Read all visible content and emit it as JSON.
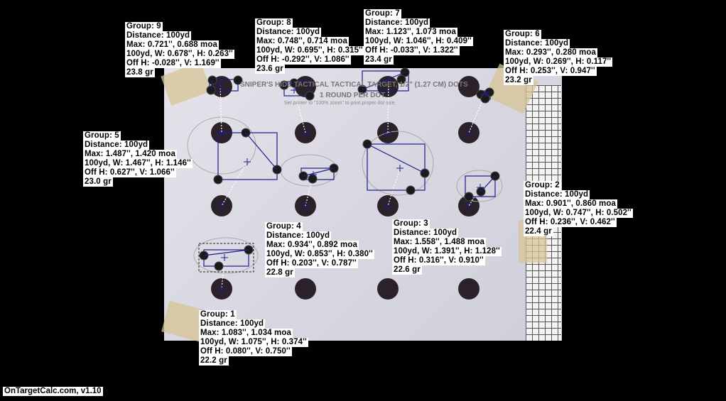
{
  "target": {
    "header": "SNIPER'S HIDE TACTICAL TACTICAL TARGET, 1/2\" (1.27 CM) DOTS",
    "subheader": "1 ROUND PER DOT",
    "note": "Set printer to \"100% zoom\" to print proper dot size."
  },
  "groups": [
    {
      "id": "1",
      "lines": [
        "Group: 1",
        "Distance: 100yd",
        "Max: 1.083'', 1.034 moa",
        "100yd,  W: 1.075'', H: 0.374''",
        "Off H: 0.080'', V: 0.750''",
        "22.2 gr"
      ]
    },
    {
      "id": "2",
      "lines": [
        "Group: 2",
        "Distance: 100yd",
        "Max: 0.901'', 0.860 moa",
        "100yd,  W: 0.747'', H: 0.502''",
        "Off H: 0.236'', V: 0.462''",
        "22.4 gr"
      ]
    },
    {
      "id": "3",
      "lines": [
        "Group: 3",
        "Distance: 100yd",
        "Max: 1.558'', 1.488 moa",
        "100yd,  W: 1.391'', H: 1.128''",
        "Off H: 0.316'', V: 0.910''",
        "22.6 gr"
      ]
    },
    {
      "id": "4",
      "lines": [
        "Group: 4",
        "Distance: 100yd",
        "Max: 0.934'', 0.892 moa",
        "100yd,  W: 0.853'', H: 0.380''",
        "Off H: 0.203'', V: 0.787''",
        "22.8 gr"
      ]
    },
    {
      "id": "5",
      "lines": [
        "Group: 5",
        "Distance: 100yd",
        "Max: 1.487'', 1.420 moa",
        "100yd,  W: 1.467'', H: 1.146''",
        "Off H: 0.627'', V: 1.066''",
        "23.0 gr"
      ]
    },
    {
      "id": "6",
      "lines": [
        "Group: 6",
        "Distance: 100yd",
        "Max: 0.293'', 0.280 moa",
        "100yd,  W: 0.269'', H: 0.117''",
        "Off H: 0.253'', V: 0.947''",
        "23.2 gr"
      ]
    },
    {
      "id": "7",
      "lines": [
        "Group: 7",
        "Distance: 100yd",
        "Max: 1.123'', 1.073 moa",
        "100yd,  W: 1.046'', H: 0.409''",
        "Off H: -0.033'', V: 1.322''",
        "23.4 gr"
      ]
    },
    {
      "id": "8",
      "lines": [
        "Group: 8",
        "Distance: 100yd",
        "Max: 0.748'', 0.714 moa",
        "100yd,  W: 0.695'', H: 0.315''",
        "Off H: -0.292'', V: 1.086''",
        "23.6 gr"
      ]
    },
    {
      "id": "9",
      "lines": [
        "Group: 9",
        "Distance: 100yd",
        "Max: 0.721'', 0.688 moa",
        "100yd,  W: 0.678'', H: 0.263''",
        "Off H: -0.028'', V: 1.169''",
        "23.8 gr"
      ]
    }
  ],
  "footer": "OnTargetCalc.com, v1.10",
  "colors": {
    "overlay": "#1c1c8c",
    "dot": "#2a2228",
    "label_bg": "#ffffff"
  }
}
